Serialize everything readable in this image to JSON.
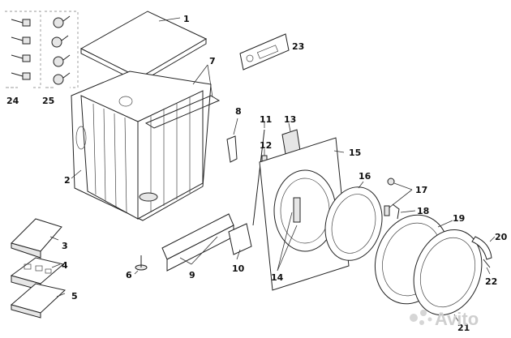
{
  "labels": {
    "p1": "1",
    "p2": "2",
    "p3": "3",
    "p4": "4",
    "p5": "5",
    "p6": "6",
    "p7": "7",
    "p8": "8",
    "p9": "9",
    "p10": "10",
    "p11": "11",
    "p12": "12",
    "p13": "13",
    "p14": "14",
    "p15": "15",
    "p16": "16",
    "p17": "17",
    "p18": "18",
    "p19": "19",
    "p20": "20",
    "p21": "21",
    "p22": "22",
    "p23": "23",
    "p24": "24",
    "p25": "25"
  },
  "watermark": {
    "text": "Avito",
    "icon": "avito-logo-icon"
  },
  "colors": {
    "line": "#222222",
    "label": "#111111",
    "watermark": "#cfcfcf"
  }
}
